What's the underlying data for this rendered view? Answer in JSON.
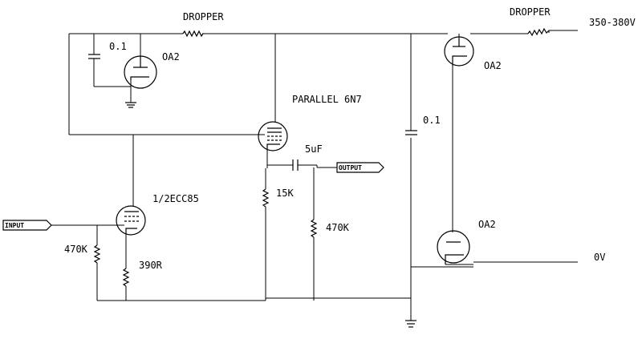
{
  "labels": {
    "dropper_left": "DROPPER",
    "dropper_right": "DROPPER",
    "supply": "350-380V",
    "zero_volt": "0V",
    "cap_left": "0.1",
    "cap_right": "0.1",
    "oa2_left": "OA2",
    "oa2_top_right": "OA2",
    "oa2_bottom_right": "OA2",
    "parallel_tube": "PARALLEL 6N7",
    "output_cap": "5uF",
    "output": "OUTPUT",
    "input": "INPUT",
    "triode": "1/2ECC85",
    "r_15k": "15K",
    "r_470k_right": "470K",
    "r_470k_left": "470K",
    "r_390r": "390R"
  }
}
